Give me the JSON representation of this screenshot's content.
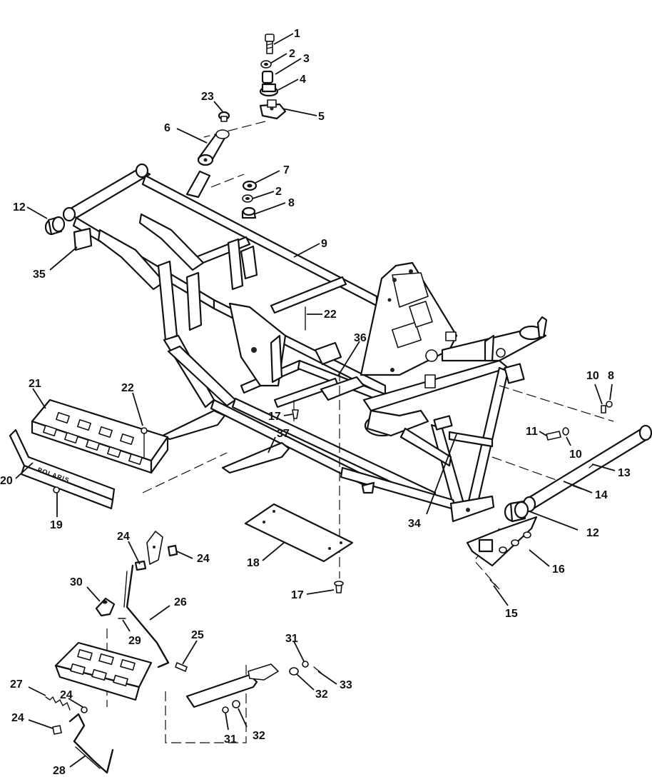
{
  "diagram": {
    "callouts": [
      {
        "id": "c1",
        "label": "1"
      },
      {
        "id": "c2a",
        "label": "2"
      },
      {
        "id": "c3",
        "label": "3"
      },
      {
        "id": "c4",
        "label": "4"
      },
      {
        "id": "c5",
        "label": "5"
      },
      {
        "id": "c23",
        "label": "23"
      },
      {
        "id": "c6",
        "label": "6"
      },
      {
        "id": "c7",
        "label": "7"
      },
      {
        "id": "c2b",
        "label": "2"
      },
      {
        "id": "c8a",
        "label": "8"
      },
      {
        "id": "c12a",
        "label": "12"
      },
      {
        "id": "c9",
        "label": "9"
      },
      {
        "id": "c35",
        "label": "35"
      },
      {
        "id": "c22a",
        "label": "22"
      },
      {
        "id": "c36",
        "label": "36"
      },
      {
        "id": "c21",
        "label": "21"
      },
      {
        "id": "c22b",
        "label": "22"
      },
      {
        "id": "c17a",
        "label": "17"
      },
      {
        "id": "c37",
        "label": "37"
      },
      {
        "id": "c10a",
        "label": "10"
      },
      {
        "id": "c8b",
        "label": "8"
      },
      {
        "id": "c11",
        "label": "11"
      },
      {
        "id": "c10b",
        "label": "10"
      },
      {
        "id": "c13",
        "label": "13"
      },
      {
        "id": "c14",
        "label": "14"
      },
      {
        "id": "c12b",
        "label": "12"
      },
      {
        "id": "c34",
        "label": "34"
      },
      {
        "id": "c20",
        "label": "20"
      },
      {
        "id": "c19",
        "label": "19"
      },
      {
        "id": "c16",
        "label": "16"
      },
      {
        "id": "c15",
        "label": "15"
      },
      {
        "id": "c18",
        "label": "18"
      },
      {
        "id": "c17b",
        "label": "17"
      },
      {
        "id": "c24a",
        "label": "24"
      },
      {
        "id": "c24b",
        "label": "24"
      },
      {
        "id": "c30",
        "label": "30"
      },
      {
        "id": "c26",
        "label": "26"
      },
      {
        "id": "c29",
        "label": "29"
      },
      {
        "id": "c25",
        "label": "25"
      },
      {
        "id": "c31a",
        "label": "31"
      },
      {
        "id": "c33",
        "label": "33"
      },
      {
        "id": "c32a",
        "label": "32"
      },
      {
        "id": "c27",
        "label": "27"
      },
      {
        "id": "c24c",
        "label": "24"
      },
      {
        "id": "c24d",
        "label": "24"
      },
      {
        "id": "c31b",
        "label": "31"
      },
      {
        "id": "c32b",
        "label": "32"
      },
      {
        "id": "c28",
        "label": "28"
      }
    ],
    "brand_plate_text": "POLARIS"
  }
}
